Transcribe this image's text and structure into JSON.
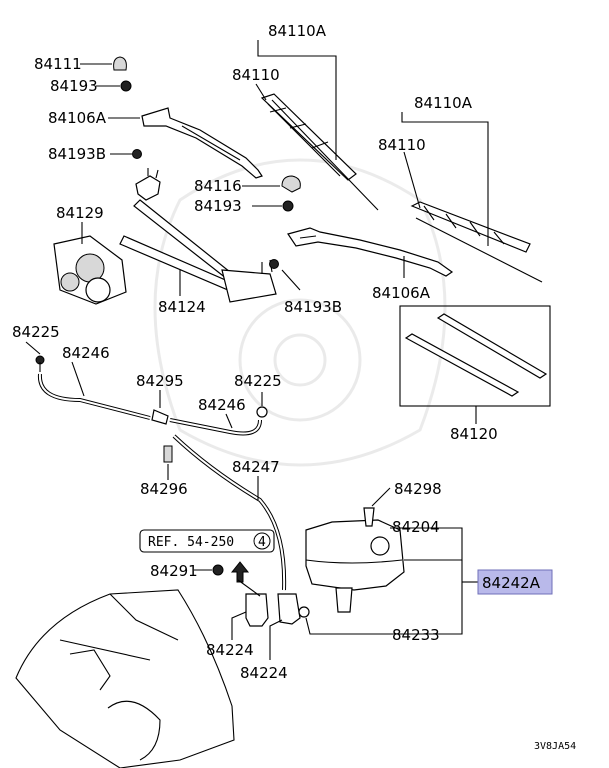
{
  "labels": {
    "l84110A_1": "84110A",
    "l84110_1": "84110",
    "l84111": "84111",
    "l84193_1": "84193",
    "l84106A_1": "84106A",
    "l84193B_1": "84193B",
    "l84116": "84116",
    "l84193_2": "84193",
    "l84129": "84129",
    "l84124": "84124",
    "l84193B_2": "84193B",
    "l84110A_2": "84110A",
    "l84110_2": "84110",
    "l84106A_2": "84106A",
    "l84120": "84120",
    "l84225_1": "84225",
    "l84246_1": "84246",
    "l84295": "84295",
    "l84225_2": "84225",
    "l84246_2": "84246",
    "l84296": "84296",
    "l84247": "84247",
    "l84298": "84298",
    "l84204": "84204",
    "l84242A": "84242A",
    "l84291": "84291",
    "l84224_1": "84224",
    "l84224_2": "84224",
    "l84233": "84233"
  },
  "reference": {
    "text": "REF. 54-250",
    "circle": "4"
  },
  "diagram_code": "3V8JA54",
  "colors": {
    "highlight": "#b9b9ea",
    "highlight_border": "#6f6fb8",
    "ink": "#000000"
  }
}
